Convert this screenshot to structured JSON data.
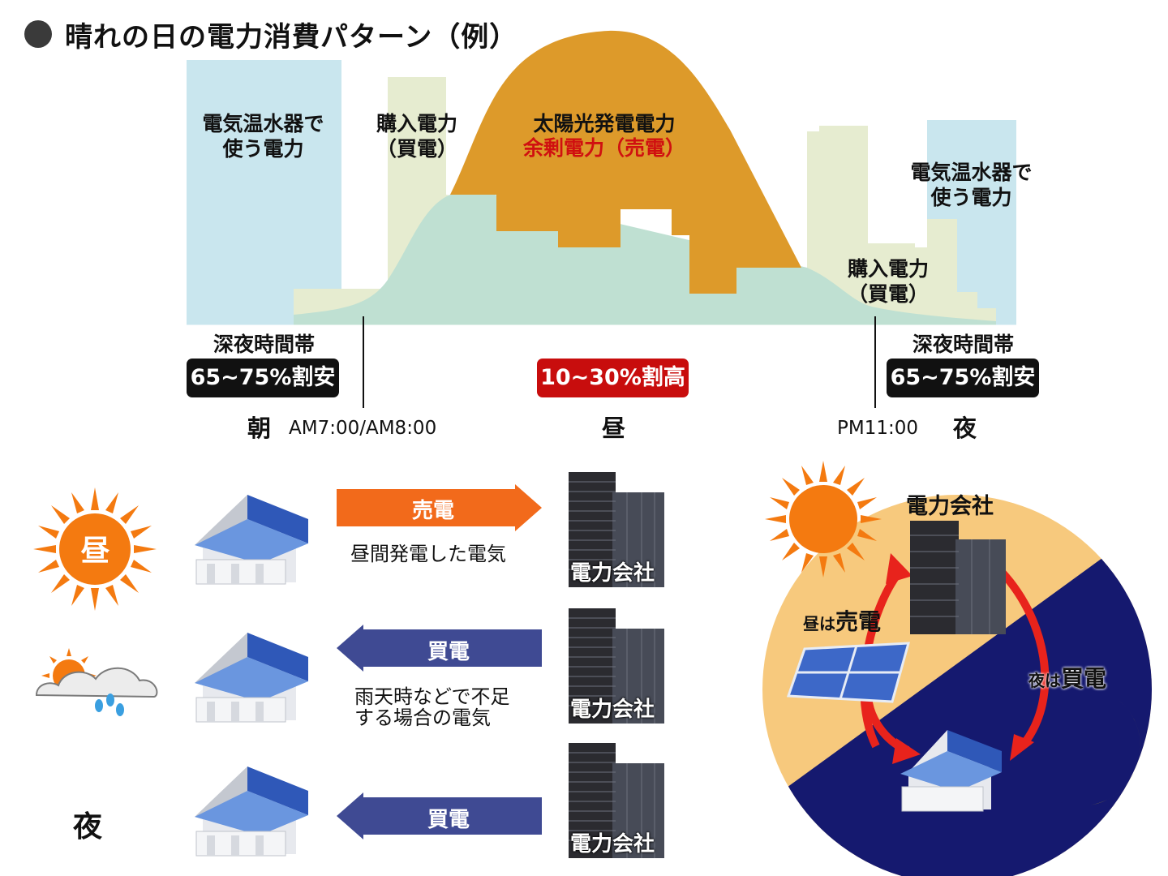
{
  "title": "晴れの日の電力消費パターン（例）",
  "chart": {
    "heater_left": "電気温水器で\n使う電力",
    "purchase_left": "購入電力\n（買電）",
    "solar": "太陽光発電電力",
    "surplus": "余剰電力（売電）",
    "heater_right": "電気温水器で\n使う電力",
    "purchase_right": "購入電力\n（買電）",
    "night_band_left": "深夜時間帯",
    "night_band_right": "深夜時間帯",
    "badge_left": "65~75%割安",
    "badge_mid": "10~30%割高",
    "badge_right": "65~75%割安",
    "morning": "朝",
    "morning_time": "AM7:00/AM8:00",
    "noon": "昼",
    "night_time": "PM11:00",
    "night": "夜"
  },
  "rows": [
    {
      "weather_label": "昼",
      "arrow_label": "売電",
      "arrow_dir": "right",
      "desc": "昼間発電した電気",
      "company": "電力会社"
    },
    {
      "weather_label": "",
      "arrow_label": "買電",
      "arrow_dir": "left",
      "desc": "雨天時などで不足\nする場合の電気",
      "company": "電力会社"
    },
    {
      "weather_label": "夜",
      "arrow_label": "買電",
      "arrow_dir": "left",
      "desc": "",
      "company": "電力会社"
    }
  ],
  "cycle": {
    "company": "電力会社",
    "day_prefix": "昼は",
    "day_label": "売電",
    "night_prefix": "夜は",
    "night_label": "買電"
  },
  "colors": {
    "heater": "#c9e6ee",
    "purchase": "#e6ecd0",
    "consumption": "#bfe0d2",
    "solar": "#dd9a2a",
    "sell_arrow": "#f26a1b",
    "buy_arrow": "#3f4a93",
    "badge_cheap": "#111111",
    "badge_expensive": "#c80d0d",
    "sun": "#f47a10",
    "moon": "#f5d400",
    "day_sky": "#f7c97d",
    "night_sky": "#15196f",
    "cycle_arrow": "#e8231c"
  }
}
